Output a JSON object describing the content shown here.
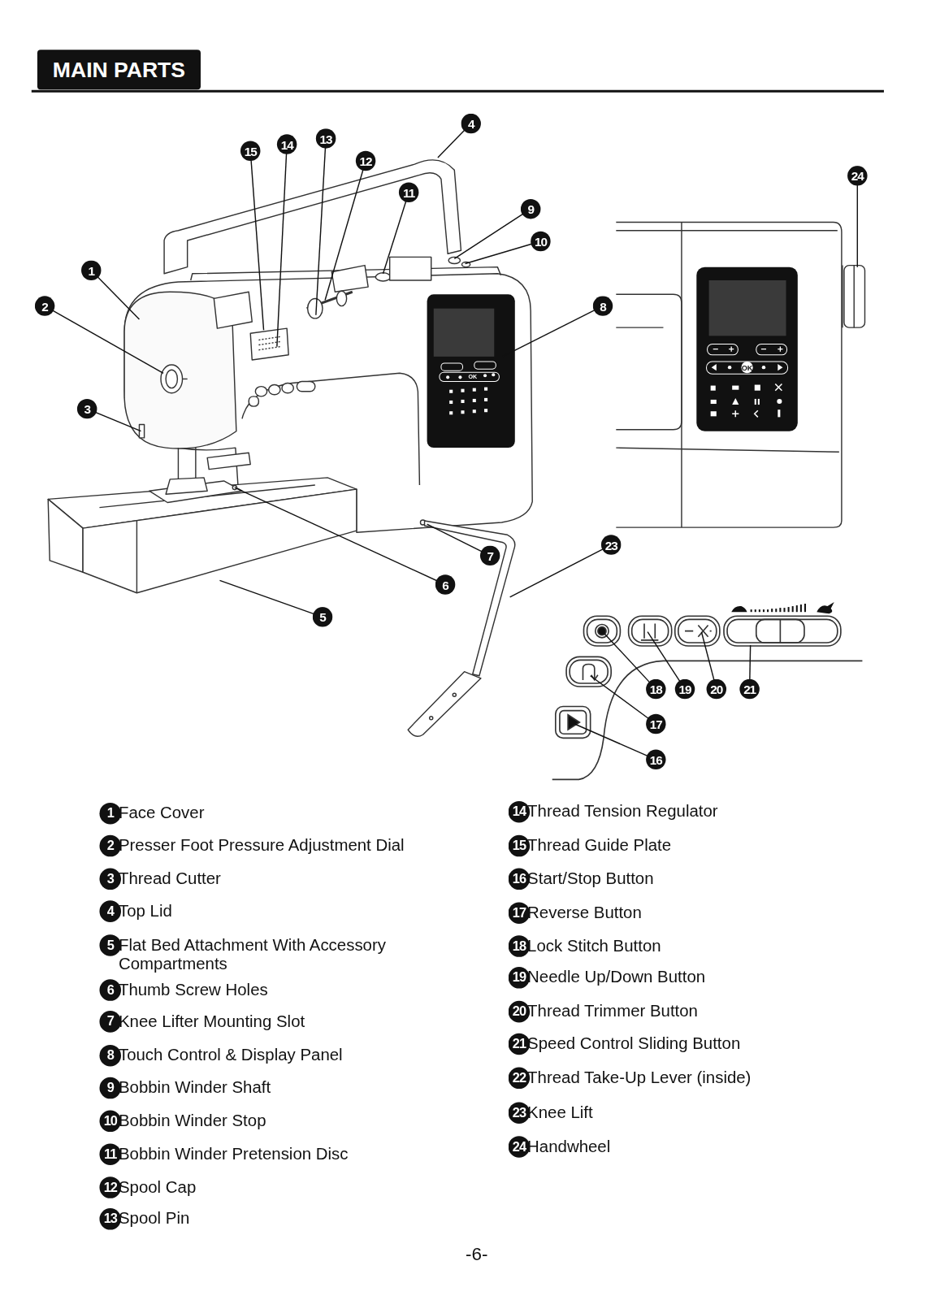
{
  "diagram": {
    "title": "MAIN PARTS",
    "nodes": [
      {
        "text": [
          "4"
        ]
      },
      {
        "text": [
          "24"
        ]
      },
      {
        "text": [
          "15"
        ]
      },
      {
        "text": [
          "14"
        ]
      },
      {
        "text": [
          "13"
        ]
      },
      {
        "text": [
          "12"
        ]
      },
      {
        "text": [
          "11"
        ]
      },
      {
        "text": [
          "9"
        ]
      },
      {
        "text": [
          "10"
        ]
      },
      {
        "text": [
          "1"
        ]
      },
      {
        "text": [
          "8"
        ]
      },
      {
        "text": [
          "2"
        ]
      },
      {
        "text": [
          "3"
        ]
      },
      {
        "text": [
          "23"
        ]
      },
      {
        "text": [
          "7"
        ]
      },
      {
        "text": [
          "6"
        ]
      },
      {
        "text": [
          "5"
        ]
      },
      {
        "text": [
          "18"
        ]
      },
      {
        "text": [
          "19"
        ]
      },
      {
        "text": [
          "20"
        ]
      },
      {
        "text": [
          "21"
        ]
      },
      {
        "text": [
          "17"
        ]
      },
      {
        "text": [
          "16"
        ]
      },
      {
        "text": [
          "1",
          "Face Cover"
        ]
      },
      {
        "text": [
          "2",
          "Presser Foot Pressure Adjustment Dial"
        ]
      },
      {
        "text": [
          "3",
          "Thread Cutter"
        ]
      },
      {
        "text": [
          "4",
          "Top Lid"
        ]
      },
      {
        "text": [
          "5",
          "Flat Bed Attachment With Accessory Compartments"
        ]
      },
      {
        "text": [
          "6",
          "Thumb Screw Holes"
        ]
      },
      {
        "text": [
          "7",
          "Knee Lifter Mounting Slot"
        ]
      },
      {
        "text": [
          "8",
          "Touch Control & Display Panel"
        ]
      },
      {
        "text": [
          "9",
          "Bobbin Winder Shaft"
        ]
      },
      {
        "text": [
          "10",
          "Bobbin Winder Stop"
        ]
      },
      {
        "text": [
          "11",
          "Bobbin Winder Pretension Disc"
        ]
      },
      {
        "text": [
          "12",
          "Spool Cap"
        ]
      },
      {
        "text": [
          "13",
          "Spool Pin"
        ]
      },
      {
        "text": [
          "14",
          "Thread Tension Regulator"
        ]
      },
      {
        "text": [
          "15",
          "Thread Guide Plate"
        ]
      },
      {
        "text": [
          "16",
          "Start/Stop Button"
        ]
      },
      {
        "text": [
          "17",
          "Reverse Button"
        ]
      },
      {
        "text": [
          "18",
          "Lock Stitch Button"
        ]
      },
      {
        "text": [
          "19",
          "Needle Up/Down Button"
        ]
      },
      {
        "text": [
          "20",
          "Thread Trimmer Button"
        ]
      },
      {
        "text": [
          "21",
          "Speed Control Sliding Button"
        ]
      },
      {
        "text": [
          "22",
          "Thread Take-Up Lever (inside)"
        ]
      },
      {
        "text": [
          "23",
          "Knee Lift"
        ]
      },
      {
        "text": [
          "24",
          "Handwheel"
        ]
      }
    ],
    "labels": [
      "OK",
      "OK",
      "-6-"
    ]
  }
}
